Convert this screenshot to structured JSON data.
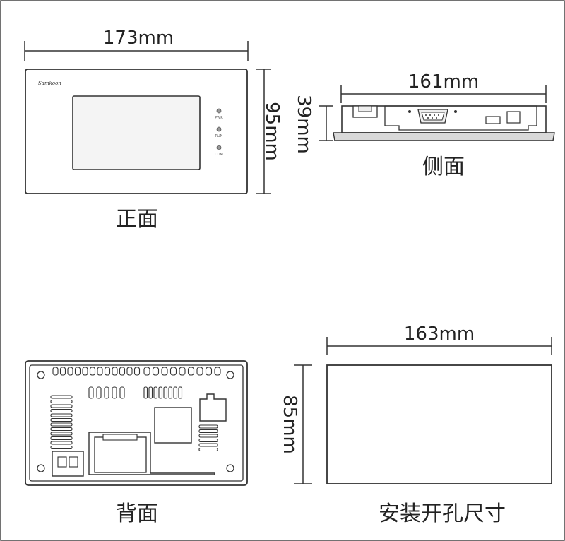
{
  "front": {
    "caption": "正面",
    "width_label": "173mm",
    "height_label": "95mm",
    "brand": "Samkoon",
    "leds": [
      "PWR",
      "RUN",
      "COM"
    ]
  },
  "side": {
    "caption": "侧面",
    "width_label": "161mm",
    "depth_label": "39mm"
  },
  "back": {
    "caption": "背面"
  },
  "cutout": {
    "caption": "安装开孔尺寸",
    "width_label": "163mm",
    "height_label": "85mm"
  }
}
